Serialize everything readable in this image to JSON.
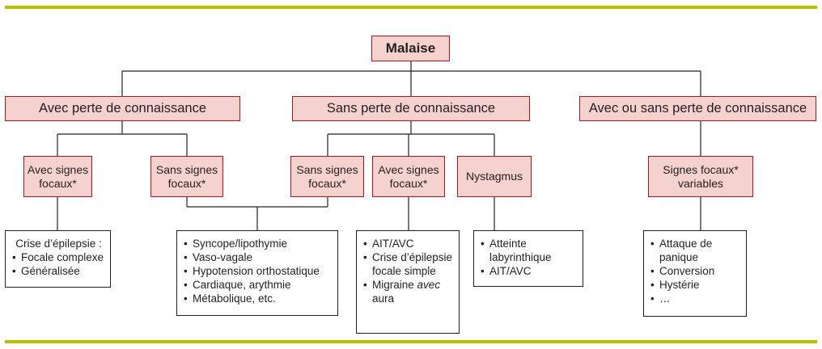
{
  "root": {
    "label": "Malaise"
  },
  "branches": [
    {
      "label": "Avec perte de connaissance"
    },
    {
      "label": "Sans perte de connaissance"
    },
    {
      "label": "Avec ou sans perte de connaissance"
    }
  ],
  "subnodes": {
    "avec_signes_1": {
      "line1": "Avec signes",
      "line2": "focaux*"
    },
    "sans_signes_1": {
      "line1": "Sans signes",
      "line2": "focaux*"
    },
    "sans_signes_2": {
      "line1": "Sans signes",
      "line2": "focaux*"
    },
    "avec_signes_2": {
      "line1": "Avec signes",
      "line2": "focaux*"
    },
    "nystagmus": {
      "label": "Nystagmus"
    },
    "variables": {
      "line1": "Signes focaux*",
      "line2": "variables"
    }
  },
  "leaves": {
    "epilepsie": {
      "heading": "Crise d’épilepsie :",
      "items": [
        "Focale complexe",
        "Généralisée"
      ]
    },
    "syncope": {
      "items": [
        "Syncope/lipothymie",
        "Vaso-vagale",
        "Hypotension orthostatique",
        "Cardiaque, arythmie",
        "Métabolique, etc."
      ]
    },
    "ait": {
      "items": [
        "AIT/AVC",
        "Crise d’épilepsie focale simple",
        "Migraine",
        "avec",
        "aura"
      ]
    },
    "labyrinthe": {
      "items": [
        "Atteinte labyrinthique",
        "AIT/AVC"
      ]
    },
    "panique": {
      "items": [
        "Attaque de panique",
        "Conversion",
        "Hystérie",
        "…"
      ]
    }
  },
  "colors": {
    "accent_rule": "#b8c200",
    "node_fill": "#f6d2cf",
    "node_border": "#b5121b",
    "line": "#231f20"
  }
}
